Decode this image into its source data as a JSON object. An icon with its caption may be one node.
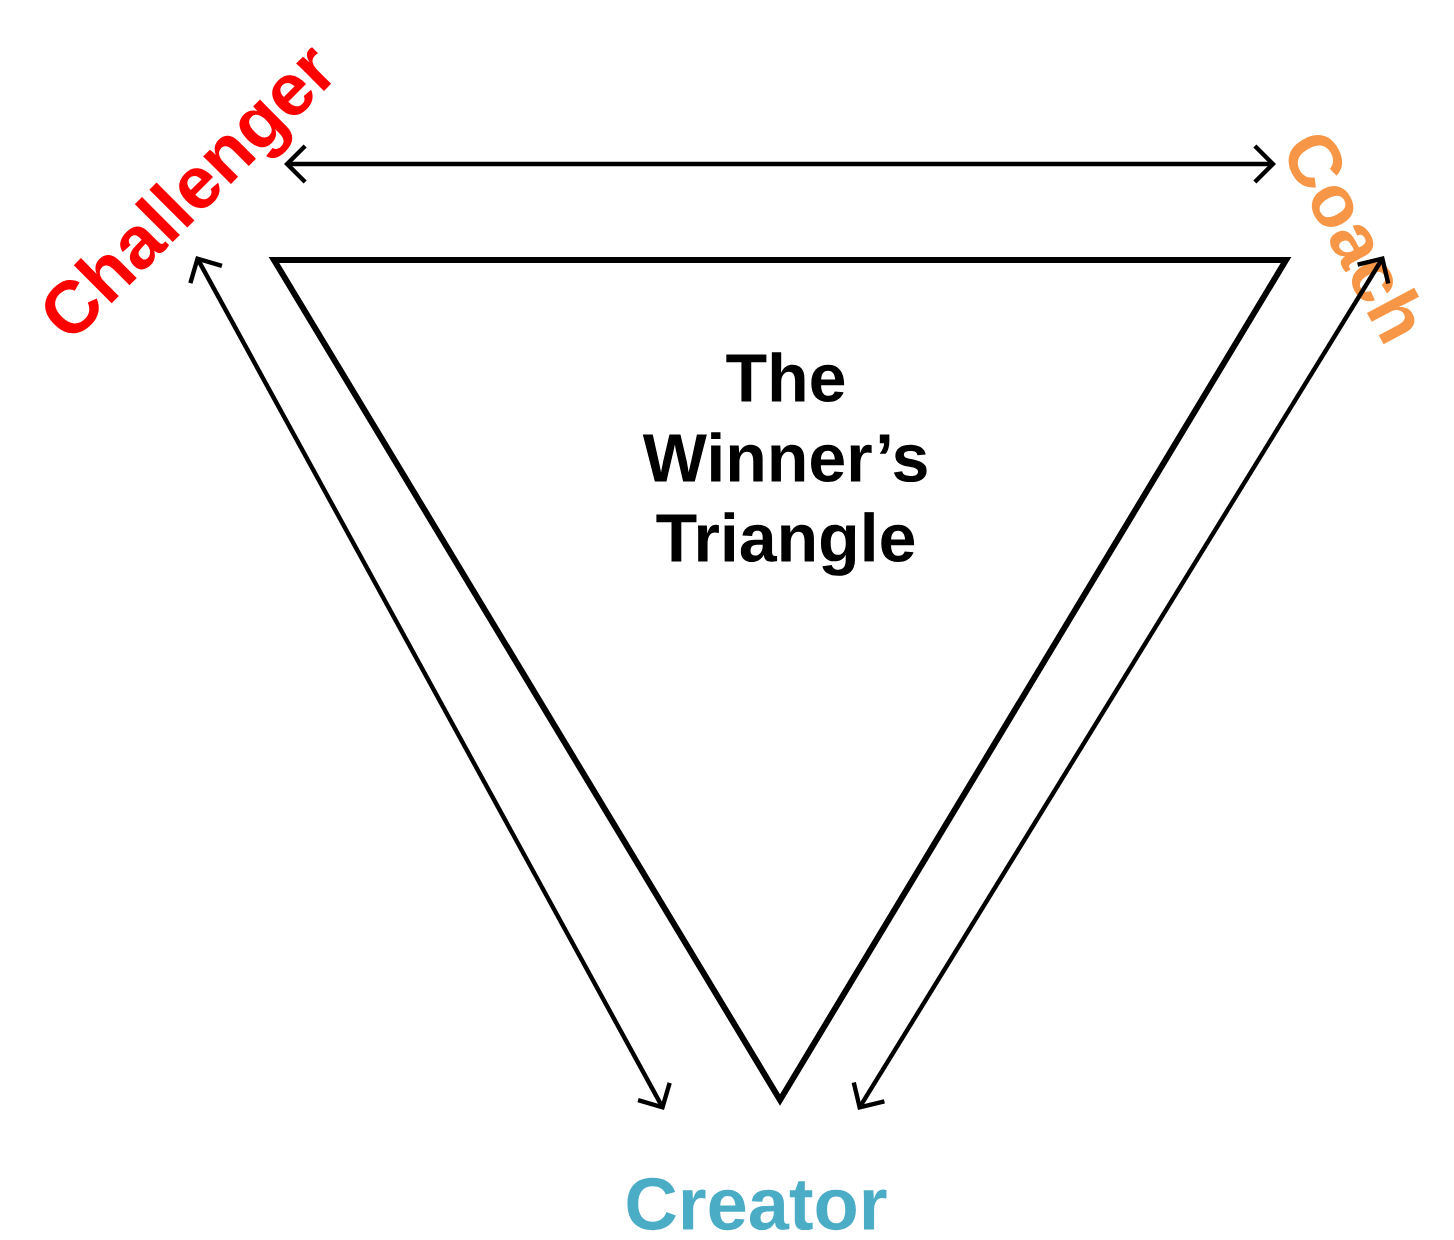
{
  "diagram": {
    "nodes": [
      {
        "text": [
          "The Winner’s Triangle"
        ]
      },
      {
        "text": [
          "Challenger"
        ]
      },
      {
        "text": [
          "Coach"
        ]
      },
      {
        "text": [
          "Creator"
        ]
      }
    ],
    "edges": [
      {
        "from": 1,
        "to": 2,
        "arrow": "both"
      },
      {
        "from": 1,
        "to": 3,
        "arrow": "both"
      },
      {
        "from": 2,
        "to": 3,
        "arrow": "both"
      }
    ]
  }
}
